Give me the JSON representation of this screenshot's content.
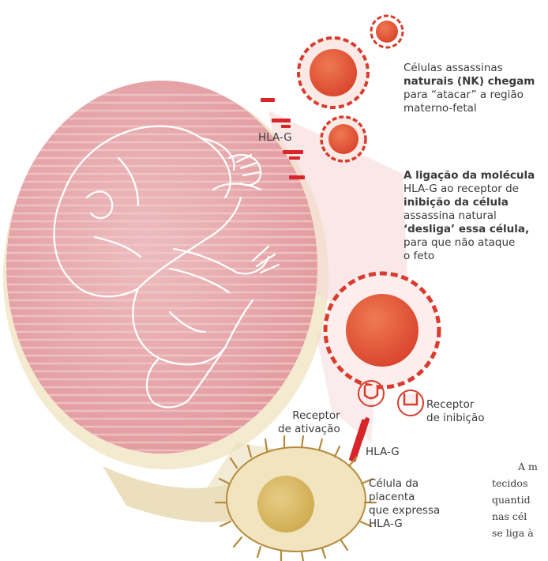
{
  "labels": {
    "hla_g_top": "HLA-G",
    "nk_cells": [
      "Células assassinas",
      "naturais (NK) chegam",
      "para “atacar” a região",
      "materno-fetal"
    ],
    "binding": [
      "A ligação da molécula",
      "HLA-G ao receptor de",
      "inibição da célula",
      "assassina natural",
      "‘desliga’ essa célula,",
      "para que não ataque",
      "o feto"
    ],
    "activation_receptor": [
      "Receptor",
      "de ativação"
    ],
    "inhibition_receptor": [
      "Receptor",
      "de inibição"
    ],
    "hla_g_bottom": "HLA-G",
    "placenta_cell": [
      "Célula da",
      "placenta",
      "que expressa",
      "HLA-G"
    ]
  },
  "body_text_fragment": [
    "A m",
    "tecidos",
    "quantid",
    "nas cél",
    "se liga à"
  ],
  "colors": {
    "womb": "#e6a7aa",
    "womb_stripe": "#f2cfd1",
    "amniotic_gold": "#d9c286",
    "nk_outer": "#d93b2c",
    "nk_nucleus": "#e8593c",
    "hla_g": "#d8252a",
    "placenta_fill": "#f0e2bb",
    "placenta_nucleus": "#d8b862",
    "placenta_spikes": "#b58a3c",
    "fetus_line": "#ffffff"
  }
}
